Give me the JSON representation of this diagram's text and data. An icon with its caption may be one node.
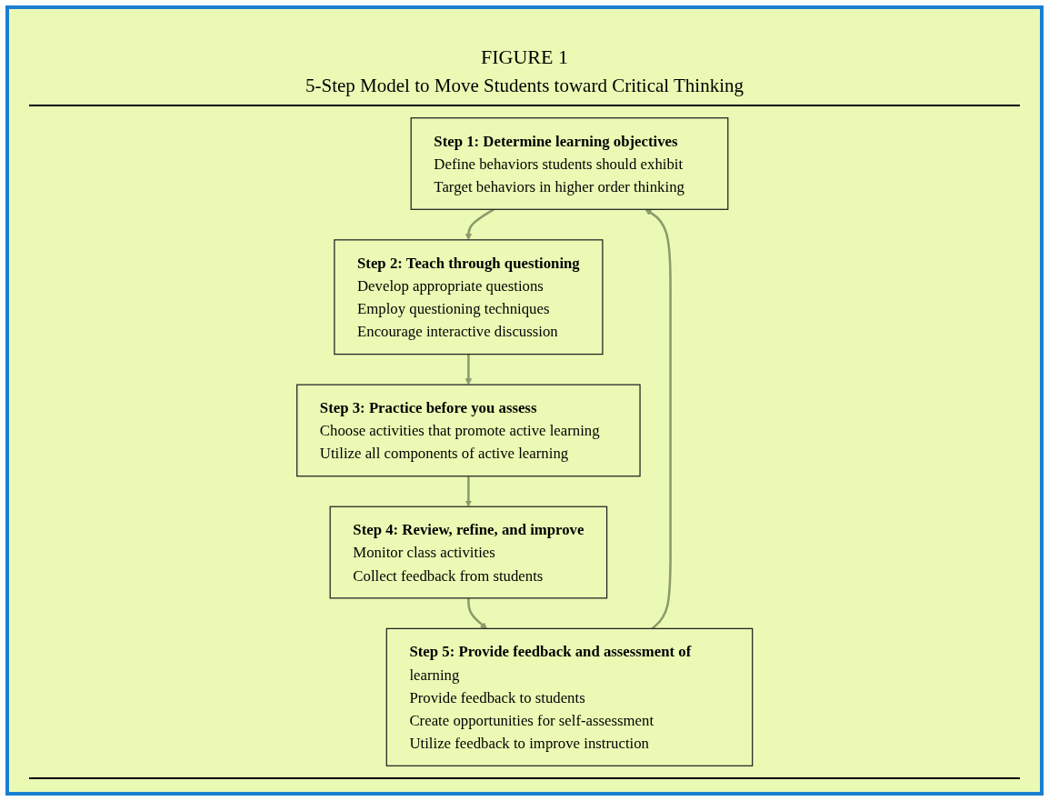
{
  "diagram": {
    "title": "FIGURE 1",
    "labels": [
      "5-Step Model to Move Students toward Critical Thinking"
    ],
    "nodes": [
      {
        "text": [
          "Step 1: Determine learning objectives",
          "Define behaviors students should exhibit",
          "Target behaviors in higher order thinking"
        ]
      },
      {
        "text": [
          "Step 2: Teach through questioning",
          "Develop appropriate questions",
          "Employ questioning techniques",
          "Encourage interactive discussion"
        ]
      },
      {
        "text": [
          "Step 3: Practice before you assess",
          "Choose activities that promote active learning",
          "Utilize all components of active learning"
        ]
      },
      {
        "text": [
          "Step 4: Review, refine, and improve",
          "Monitor class activities",
          "Collect feedback from students"
        ]
      },
      {
        "text": [
          "Step 5: Provide feedback and assessment of learning",
          "Provide feedback to students",
          "Create opportunities for self-assessment",
          "Utilize feedback to improve instruction"
        ]
      }
    ],
    "edges": [
      {
        "from": 0,
        "to": 1,
        "arrow": "to"
      },
      {
        "from": 1,
        "to": 2,
        "arrow": "to"
      },
      {
        "from": 2,
        "to": 3,
        "arrow": "to"
      },
      {
        "from": 3,
        "to": 4,
        "arrow": "to"
      },
      {
        "from": 4,
        "to": 0,
        "arrow": "to"
      }
    ]
  }
}
